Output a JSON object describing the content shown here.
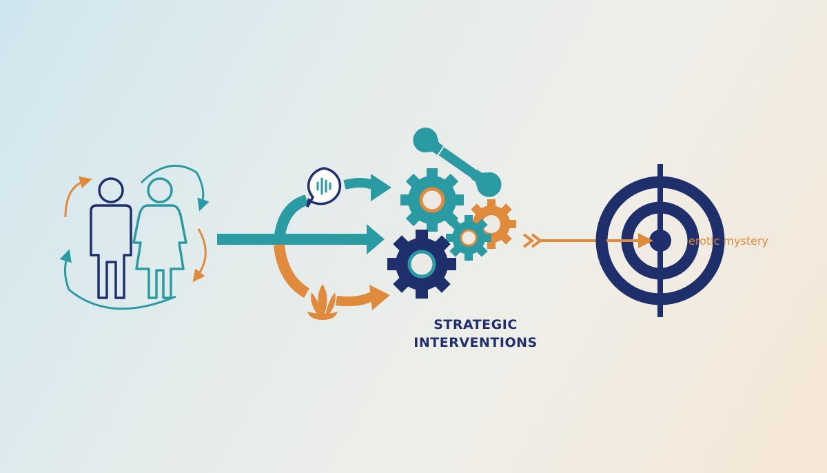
{
  "labels": {
    "interventions_line1": "STRATEGIC",
    "interventions_line2": "INTERVENTIONS",
    "target": "erotic mystery"
  },
  "icons": [
    "couple-icon",
    "cycle-arrows-icon",
    "speech-bubble-icon",
    "lotus-icon",
    "gear-icon",
    "wrench-icon",
    "target-icon",
    "arrow-icon"
  ],
  "colors": {
    "navy": "#1e2f6b",
    "teal": "#2a9aa3",
    "orange": "#e08a3c"
  }
}
